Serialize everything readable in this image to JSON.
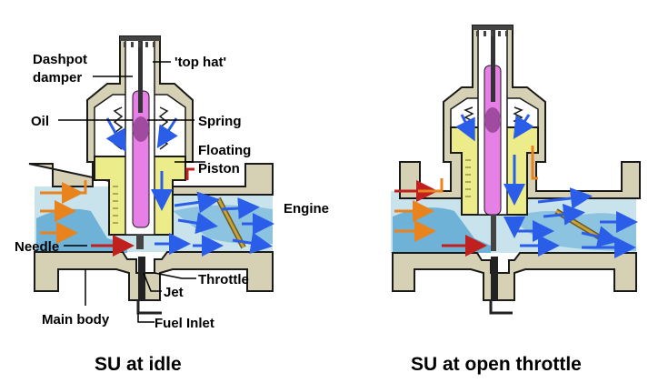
{
  "labels": {
    "dashpot_damper_1": "Dashpot",
    "dashpot_damper_2": "damper",
    "top_hat": "'top hat'",
    "oil": "Oil",
    "spring": "Spring",
    "floating_piston_1": "Floating",
    "floating_piston_2": "Piston",
    "engine": "Engine",
    "needle": "Needle",
    "throttle": "Throttle",
    "jet": "Jet",
    "main_body": "Main body",
    "fuel_inlet": "Fuel Inlet"
  },
  "captions": {
    "idle": "SU at idle",
    "open": "SU at open throttle"
  },
  "colors": {
    "body": "#d6d0b4",
    "outline": "#1a1a1a",
    "air": "#c9e3ec",
    "fuel": "#6fb2d8",
    "piston": "#ecec8a",
    "damper": "#e67fe6",
    "arrow_blue": "#2a5ee8",
    "arrow_orange": "#e8831e",
    "arrow_red": "#c0201e",
    "throttle_rod": "#c8a23a"
  }
}
